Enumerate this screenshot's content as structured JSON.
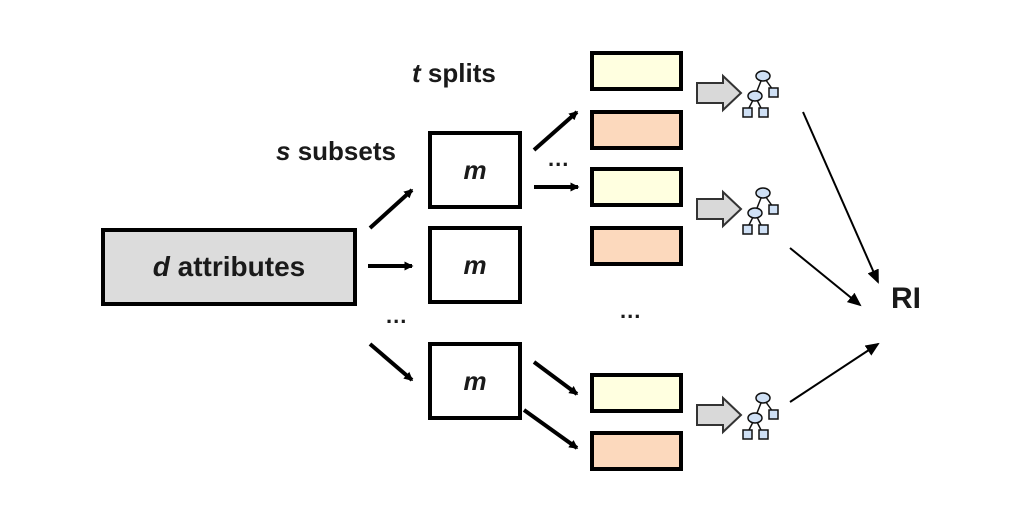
{
  "input": {
    "var": "d",
    "text": "attributes"
  },
  "labels": {
    "subsets_var": "s",
    "subsets_text": "subsets",
    "splits_var": "t",
    "splits_text": "splits"
  },
  "subset_label": "m",
  "ellipsis": "...",
  "output": "RI",
  "colors": {
    "input_fill": "#dcdcdc",
    "split_a": "#ffffe0",
    "split_b": "#fcd9bd",
    "tree_node": "#cfe0f5",
    "block_arrow": "#d9d9d9"
  },
  "icons": [
    "block-arrow-icon",
    "decision-tree-icon"
  ]
}
